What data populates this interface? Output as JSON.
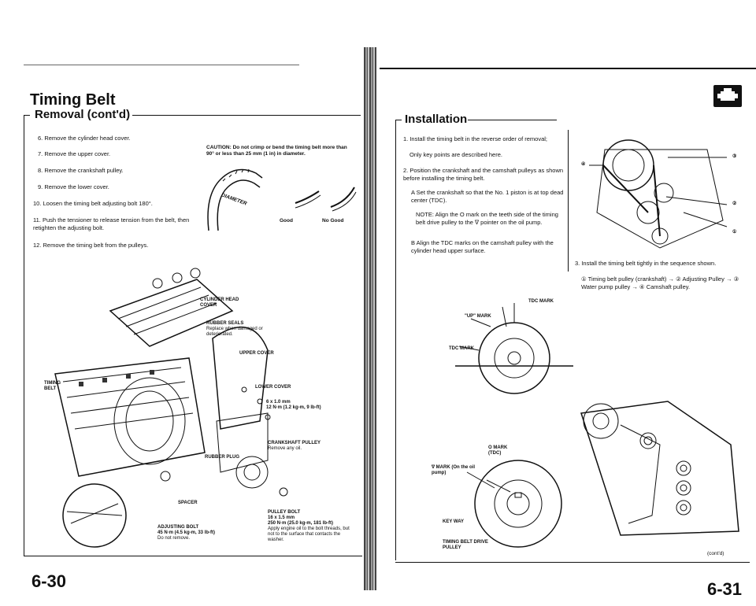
{
  "left_page": {
    "title": "Timing Belt",
    "subtitle": "Removal (cont'd)",
    "steps": [
      "6. Remove the cylinder head cover.",
      "7. Remove the upper cover.",
      "8. Remove the crankshaft pulley.",
      "9. Remove the lower cover.",
      "10. Loosen the timing belt adjusting bolt 180°.",
      "11. Push the tensioner to release tension from the belt, then retighten the adjusting bolt.",
      "12. Remove the timing belt from the pulleys."
    ],
    "caution": "CAUTION: Do not crimp or bend the timing belt more than 90° or less than 25 mm (1 in) in diameter.",
    "diameter_label": "DIAMETER",
    "good_label": "Good",
    "no_good_label": "No Good",
    "callouts": {
      "cyl_head_cover": "CYLINDER HEAD COVER",
      "rubber_seals_title": "RUBBER SEALS",
      "rubber_seals_note": "Replace when damaged or deteriorated.",
      "upper_cover": "UPPER COVER",
      "lower_cover": "LOWER COVER",
      "bolt_size": "6 x 1.0 mm",
      "bolt_torque": "12 N·m (1.2 kg-m, 9 lb-ft)",
      "timing_belt": "TIMING BELT",
      "crank_pulley_title": "CRANKSHAFT PULLEY",
      "crank_pulley_note": "Remove any oil.",
      "rubber_plug": "RUBBER PLUG",
      "spacer": "SPACER",
      "adj_bolt_title": "ADJUSTING BOLT",
      "adj_bolt_torque": "45 N·m (4.5 kg-m, 33 lb-ft)",
      "adj_bolt_note": "Do not remove.",
      "pulley_bolt_title": "PULLEY BOLT",
      "pulley_bolt_size": "16 x 1.5 mm",
      "pulley_bolt_torque": "250 N·m (25.0 kg-m, 181 lb-ft)",
      "pulley_bolt_note": "Apply engine oil to the bolt threads, but not to the surface that contacts the washer."
    },
    "page_number": "6-30"
  },
  "right_page": {
    "subtitle": "Installation",
    "steps": [
      "1. Install the timing belt in the reverse order of removal;",
      "Only key points are described here.",
      "2. Position the crankshaft and the camshaft pulleys as shown before installing the timing belt.",
      "A  Set the crankshaft so that the No. 1 piston is at top dead center (TDC).",
      "NOTE: Align the O mark on the teeth side of the timing belt drive pulley to the ∇ pointer on the oil pump.",
      "B  Align the TDC marks on the camshaft pulley with the cylinder head upper surface."
    ],
    "step3": "3. Install the timing belt tightly in the sequence shown.",
    "step3_seq": "① Timing belt pulley (crankshaft) → ② Adjusting Pulley → ③ Water pump pulley → ④ Camshaft pulley.",
    "callouts": {
      "tdc_mark_top": "TDC MARK",
      "up_mark": "\"UP\" MARK",
      "tdc_mark": "TDC MARK",
      "o_mark": "O MARK (TDC)",
      "v_mark": "∇ MARK (On the oil pump)",
      "key_way": "KEY WAY",
      "drive_pulley": "TIMING BELT DRIVE PULLEY",
      "n1": "①",
      "n2": "②",
      "n3": "③",
      "n4": "④"
    },
    "contd": "(cont'd)",
    "page_number": "6-31"
  },
  "colors": {
    "ink": "#111111",
    "paper": "#ffffff"
  },
  "icons": [
    "engine-section-icon"
  ]
}
